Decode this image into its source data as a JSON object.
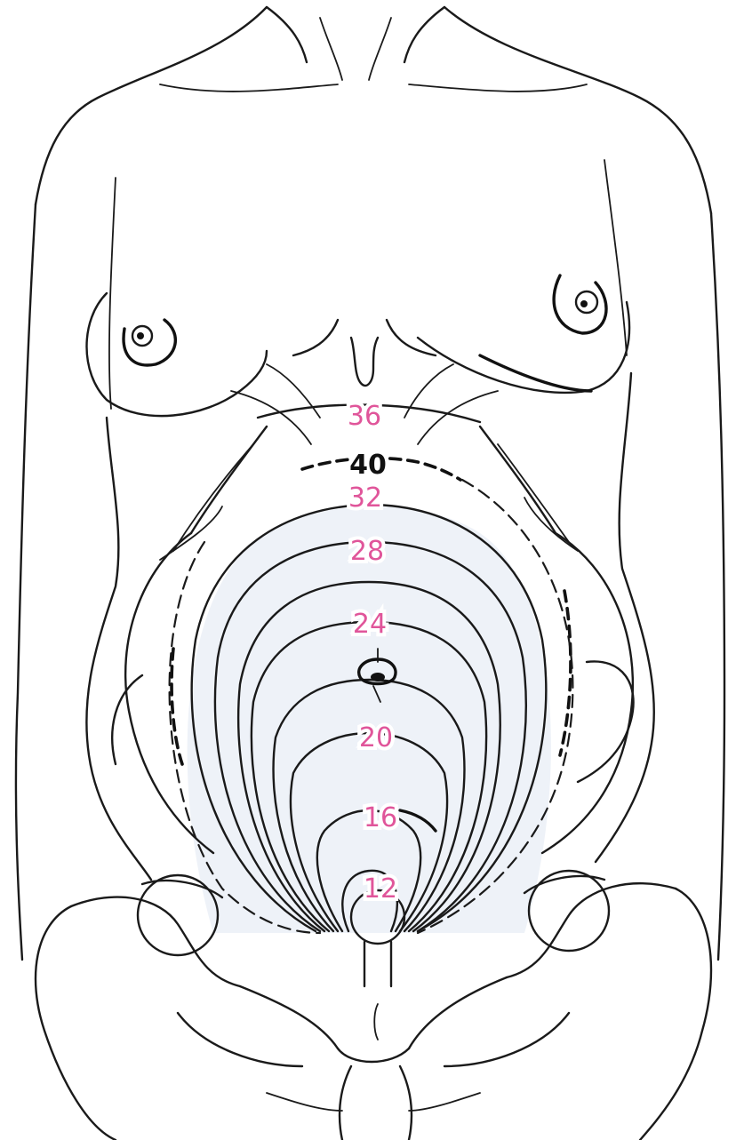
{
  "diagram": {
    "colors": {
      "line": "#1a1a1a",
      "label_weeks": "#e0559a",
      "label_term": "#111111",
      "fill": "#eef2f8"
    },
    "fundal_height_labels": [
      {
        "id": "week-36",
        "text": "36",
        "color": "#e0559a"
      },
      {
        "id": "week-40",
        "text": "40",
        "color": "#111111"
      },
      {
        "id": "week-32",
        "text": "32",
        "color": "#e0559a"
      },
      {
        "id": "week-28",
        "text": "28",
        "color": "#e0559a"
      },
      {
        "id": "week-24",
        "text": "24",
        "color": "#e0559a"
      },
      {
        "id": "week-20",
        "text": "20",
        "color": "#e0559a"
      },
      {
        "id": "week-16",
        "text": "16",
        "color": "#e0559a"
      },
      {
        "id": "week-12",
        "text": "12",
        "color": "#e0559a"
      }
    ]
  }
}
